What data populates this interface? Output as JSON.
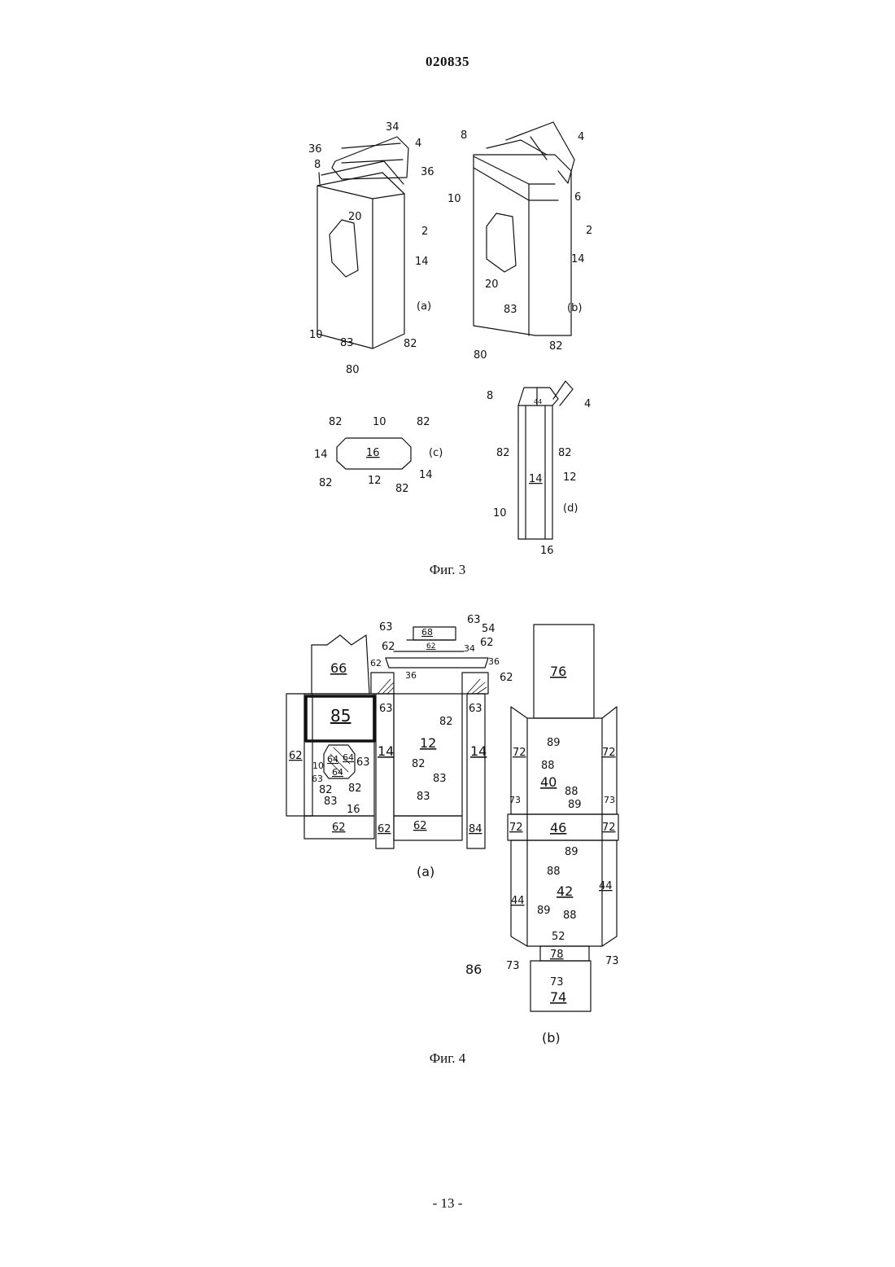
{
  "header": {
    "doc_number": "020835"
  },
  "figure3": {
    "caption": "Фиг. 3",
    "view_labels": [
      "(a)",
      "(b)",
      "(c)",
      "(d)"
    ],
    "labels_a": [
      "34",
      "36",
      "4",
      "8",
      "36",
      "20",
      "2",
      "14",
      "10",
      "83",
      "82",
      "80"
    ],
    "labels_b": [
      "8",
      "4",
      "10",
      "6",
      "2",
      "14",
      "20",
      "83",
      "80",
      "82"
    ],
    "labels_c": [
      "82",
      "10",
      "82",
      "14",
      "16",
      "14",
      "82",
      "12",
      "82"
    ],
    "labels_d": [
      "8",
      "4",
      "44",
      "82",
      "82",
      "14",
      "12",
      "10",
      "16"
    ]
  },
  "figure4": {
    "caption": "Фиг. 4",
    "view_labels": [
      "(a)",
      "(b)"
    ],
    "labels_a": [
      "63",
      "68",
      "62",
      "63",
      "54",
      "62",
      "34",
      "62",
      "66",
      "62",
      "36",
      "36",
      "62",
      "85",
      "63",
      "63",
      "82",
      "12",
      "62",
      "64",
      "64",
      "63",
      "14",
      "14",
      "82",
      "10",
      "64",
      "83",
      "63",
      "82",
      "82",
      "83",
      "83",
      "16",
      "62",
      "62",
      "62",
      "84"
    ],
    "labels_b": [
      "76",
      "72",
      "89",
      "72",
      "88",
      "40",
      "88",
      "89",
      "73",
      "73",
      "72",
      "46",
      "72",
      "89",
      "88",
      "42",
      "44",
      "44",
      "89",
      "88",
      "52",
      "78",
      "73",
      "73",
      "73",
      "74",
      "86"
    ]
  },
  "footer": {
    "page": "- 13 -"
  }
}
